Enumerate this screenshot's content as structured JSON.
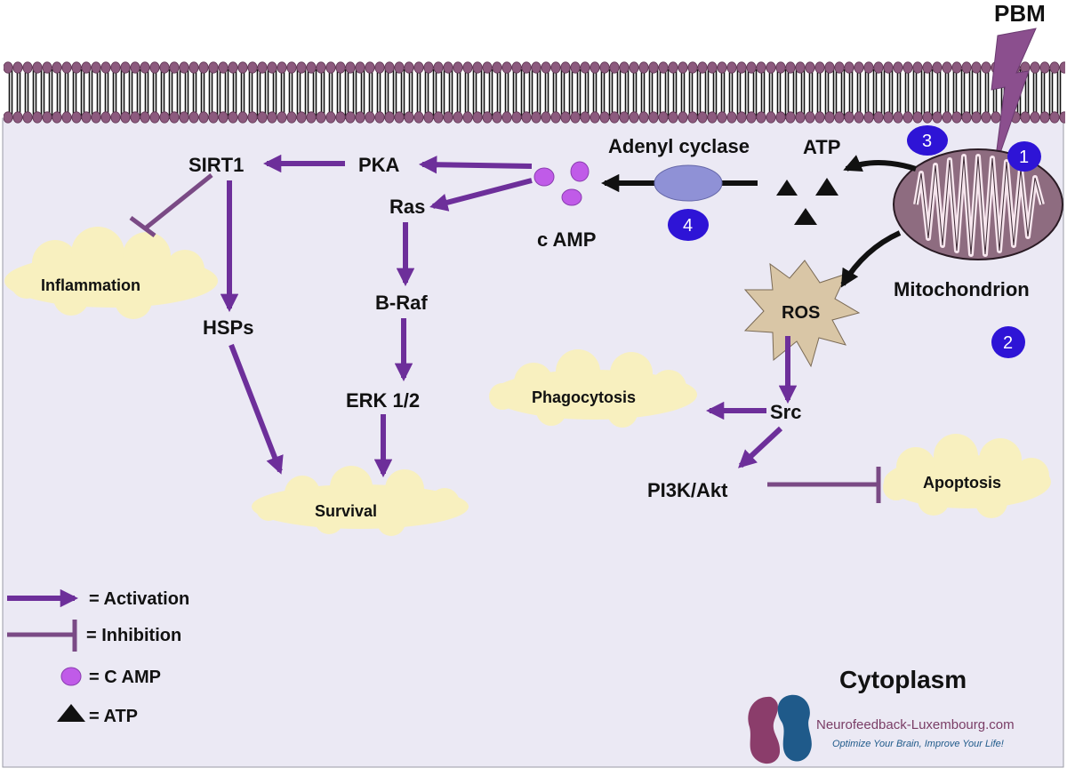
{
  "stimulus": {
    "label": "PBM"
  },
  "compartment": {
    "label": "Cytoplasm"
  },
  "nodes": {
    "mitochondrion": "Mitochondrion",
    "atp": "ATP",
    "adenyl_cyclase": "Adenyl cyclase",
    "camp": "c AMP",
    "pka": "PKA",
    "sirt1": "SIRT1",
    "ras": "Ras",
    "braf": "B-Raf",
    "erk": "ERK 1/2",
    "hsps": "HSPs",
    "ros": "ROS",
    "src": "Src",
    "pi3k_akt": "PI3K/Akt"
  },
  "outcomes": {
    "inflammation": "Inflammation",
    "survival": "Survival",
    "phagocytosis": "Phagocytosis",
    "apoptosis": "Apoptosis"
  },
  "steps": [
    "1",
    "2",
    "3",
    "4"
  ],
  "legend": {
    "activation": "= Activation",
    "inhibition": "= Inhibition",
    "camp": "= C AMP",
    "atp": "= ATP"
  },
  "brand": {
    "name": "Neurofeedback-Luxembourg.com",
    "tagline": "Optimize Your Brain, Improve Your Life!"
  },
  "colors": {
    "activation": "#6d2f9a",
    "inhibition": "#7a4a85",
    "membrane_head": "#8c5a7e",
    "cytoplasm": "#ebe9f4",
    "cloud": "#f8f0bf",
    "ros_star": "#d9c6a6",
    "mitochondrion": "#8e6c80",
    "camp_dot": "#c05be8",
    "adenyl_cyclase": "#8f91d6",
    "step_badge": "#2e14d6"
  }
}
